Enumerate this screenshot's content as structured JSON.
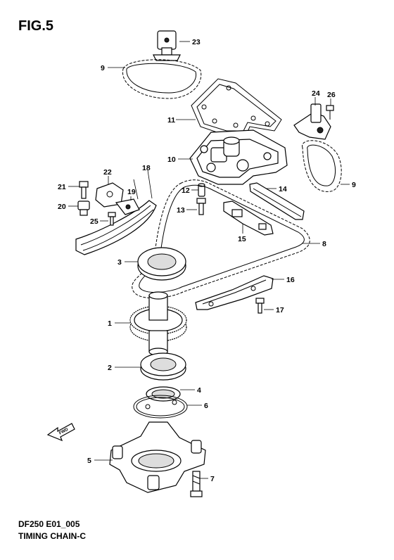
{
  "figure_label": "FIG.5",
  "drawing_code": "DF250 E01_005",
  "drawing_title": "TIMING CHAIN-C",
  "fwd_label": "FWD",
  "callouts": [
    {
      "id": "p1",
      "number": "1"
    },
    {
      "id": "p2",
      "number": "2"
    },
    {
      "id": "p3",
      "number": "3"
    },
    {
      "id": "p4",
      "number": "4"
    },
    {
      "id": "p5",
      "number": "5"
    },
    {
      "id": "p6",
      "number": "6"
    },
    {
      "id": "p7",
      "number": "7"
    },
    {
      "id": "p8",
      "number": "8"
    },
    {
      "id": "p9a",
      "number": "9"
    },
    {
      "id": "p9b",
      "number": "9"
    },
    {
      "id": "p10",
      "number": "10"
    },
    {
      "id": "p11",
      "number": "11"
    },
    {
      "id": "p12",
      "number": "12"
    },
    {
      "id": "p13",
      "number": "13"
    },
    {
      "id": "p14",
      "number": "14"
    },
    {
      "id": "p15",
      "number": "15"
    },
    {
      "id": "p16",
      "number": "16"
    },
    {
      "id": "p17",
      "number": "17"
    },
    {
      "id": "p18",
      "number": "18"
    },
    {
      "id": "p19",
      "number": "19"
    },
    {
      "id": "p20",
      "number": "20"
    },
    {
      "id": "p21",
      "number": "21"
    },
    {
      "id": "p22",
      "number": "22"
    },
    {
      "id": "p23",
      "number": "23"
    },
    {
      "id": "p24",
      "number": "24"
    },
    {
      "id": "p25",
      "number": "25"
    },
    {
      "id": "p26",
      "number": "26"
    }
  ]
}
